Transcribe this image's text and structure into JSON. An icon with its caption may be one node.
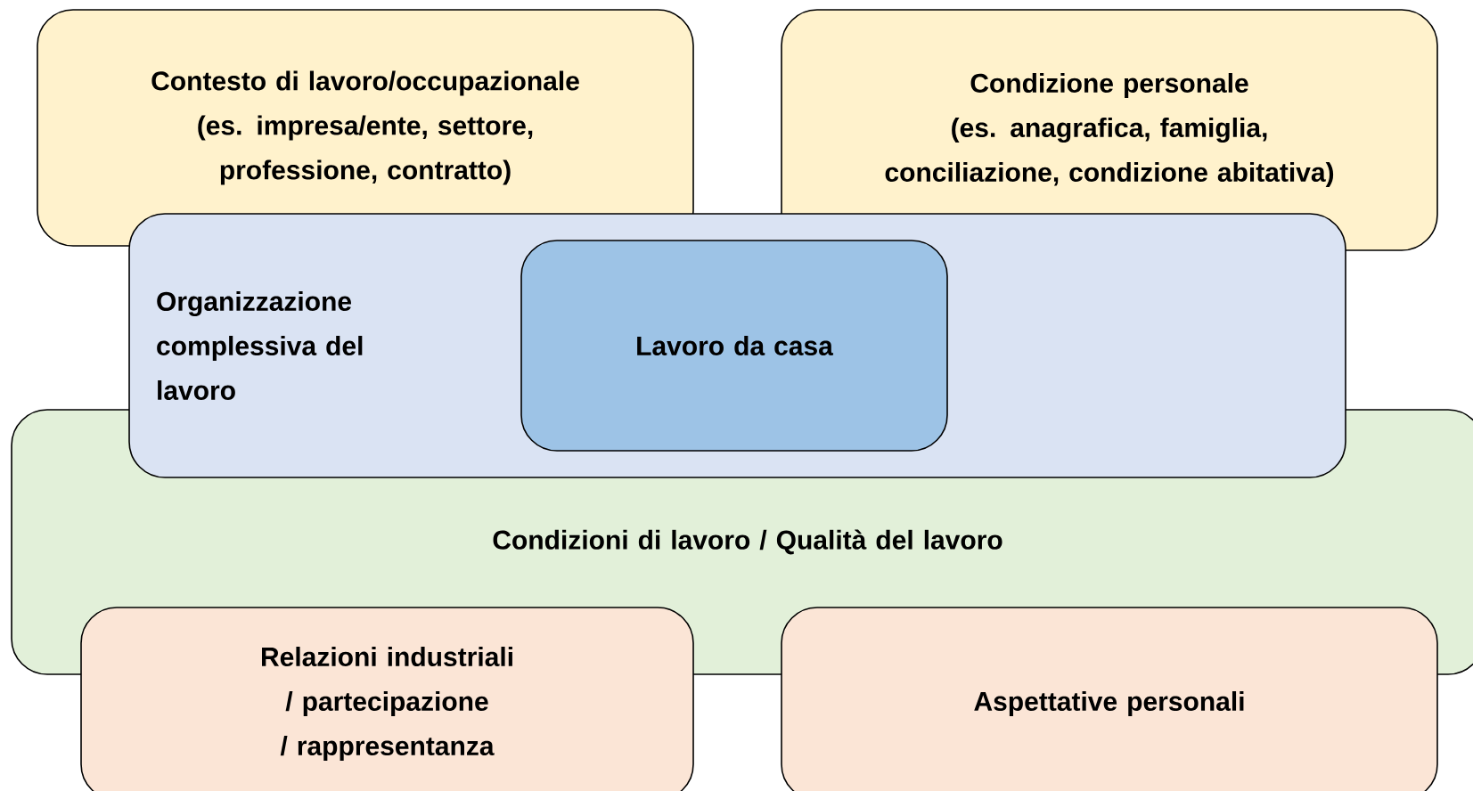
{
  "diagram": {
    "nodes": [
      {
        "text": [
          "Contesto di lavoro/occupazionale",
          "(es. impresa/ente, settore, professione, contratto)"
        ]
      },
      {
        "text": [
          "Condizione personale",
          "(es. anagrafica, famiglia, conciliazione, condizione abitativa)"
        ]
      },
      {
        "text": [
          "Organizzazione complessiva del lavoro"
        ]
      },
      {
        "text": [
          "Lavoro da casa"
        ],
        "in": 2
      },
      {
        "text": [
          "Condizioni di lavoro / Qualità del lavoro"
        ]
      },
      {
        "text": [
          "Relazioni industriali / partecipazione / rappresentanza"
        ]
      },
      {
        "text": [
          "Aspettative personali"
        ]
      }
    ]
  }
}
